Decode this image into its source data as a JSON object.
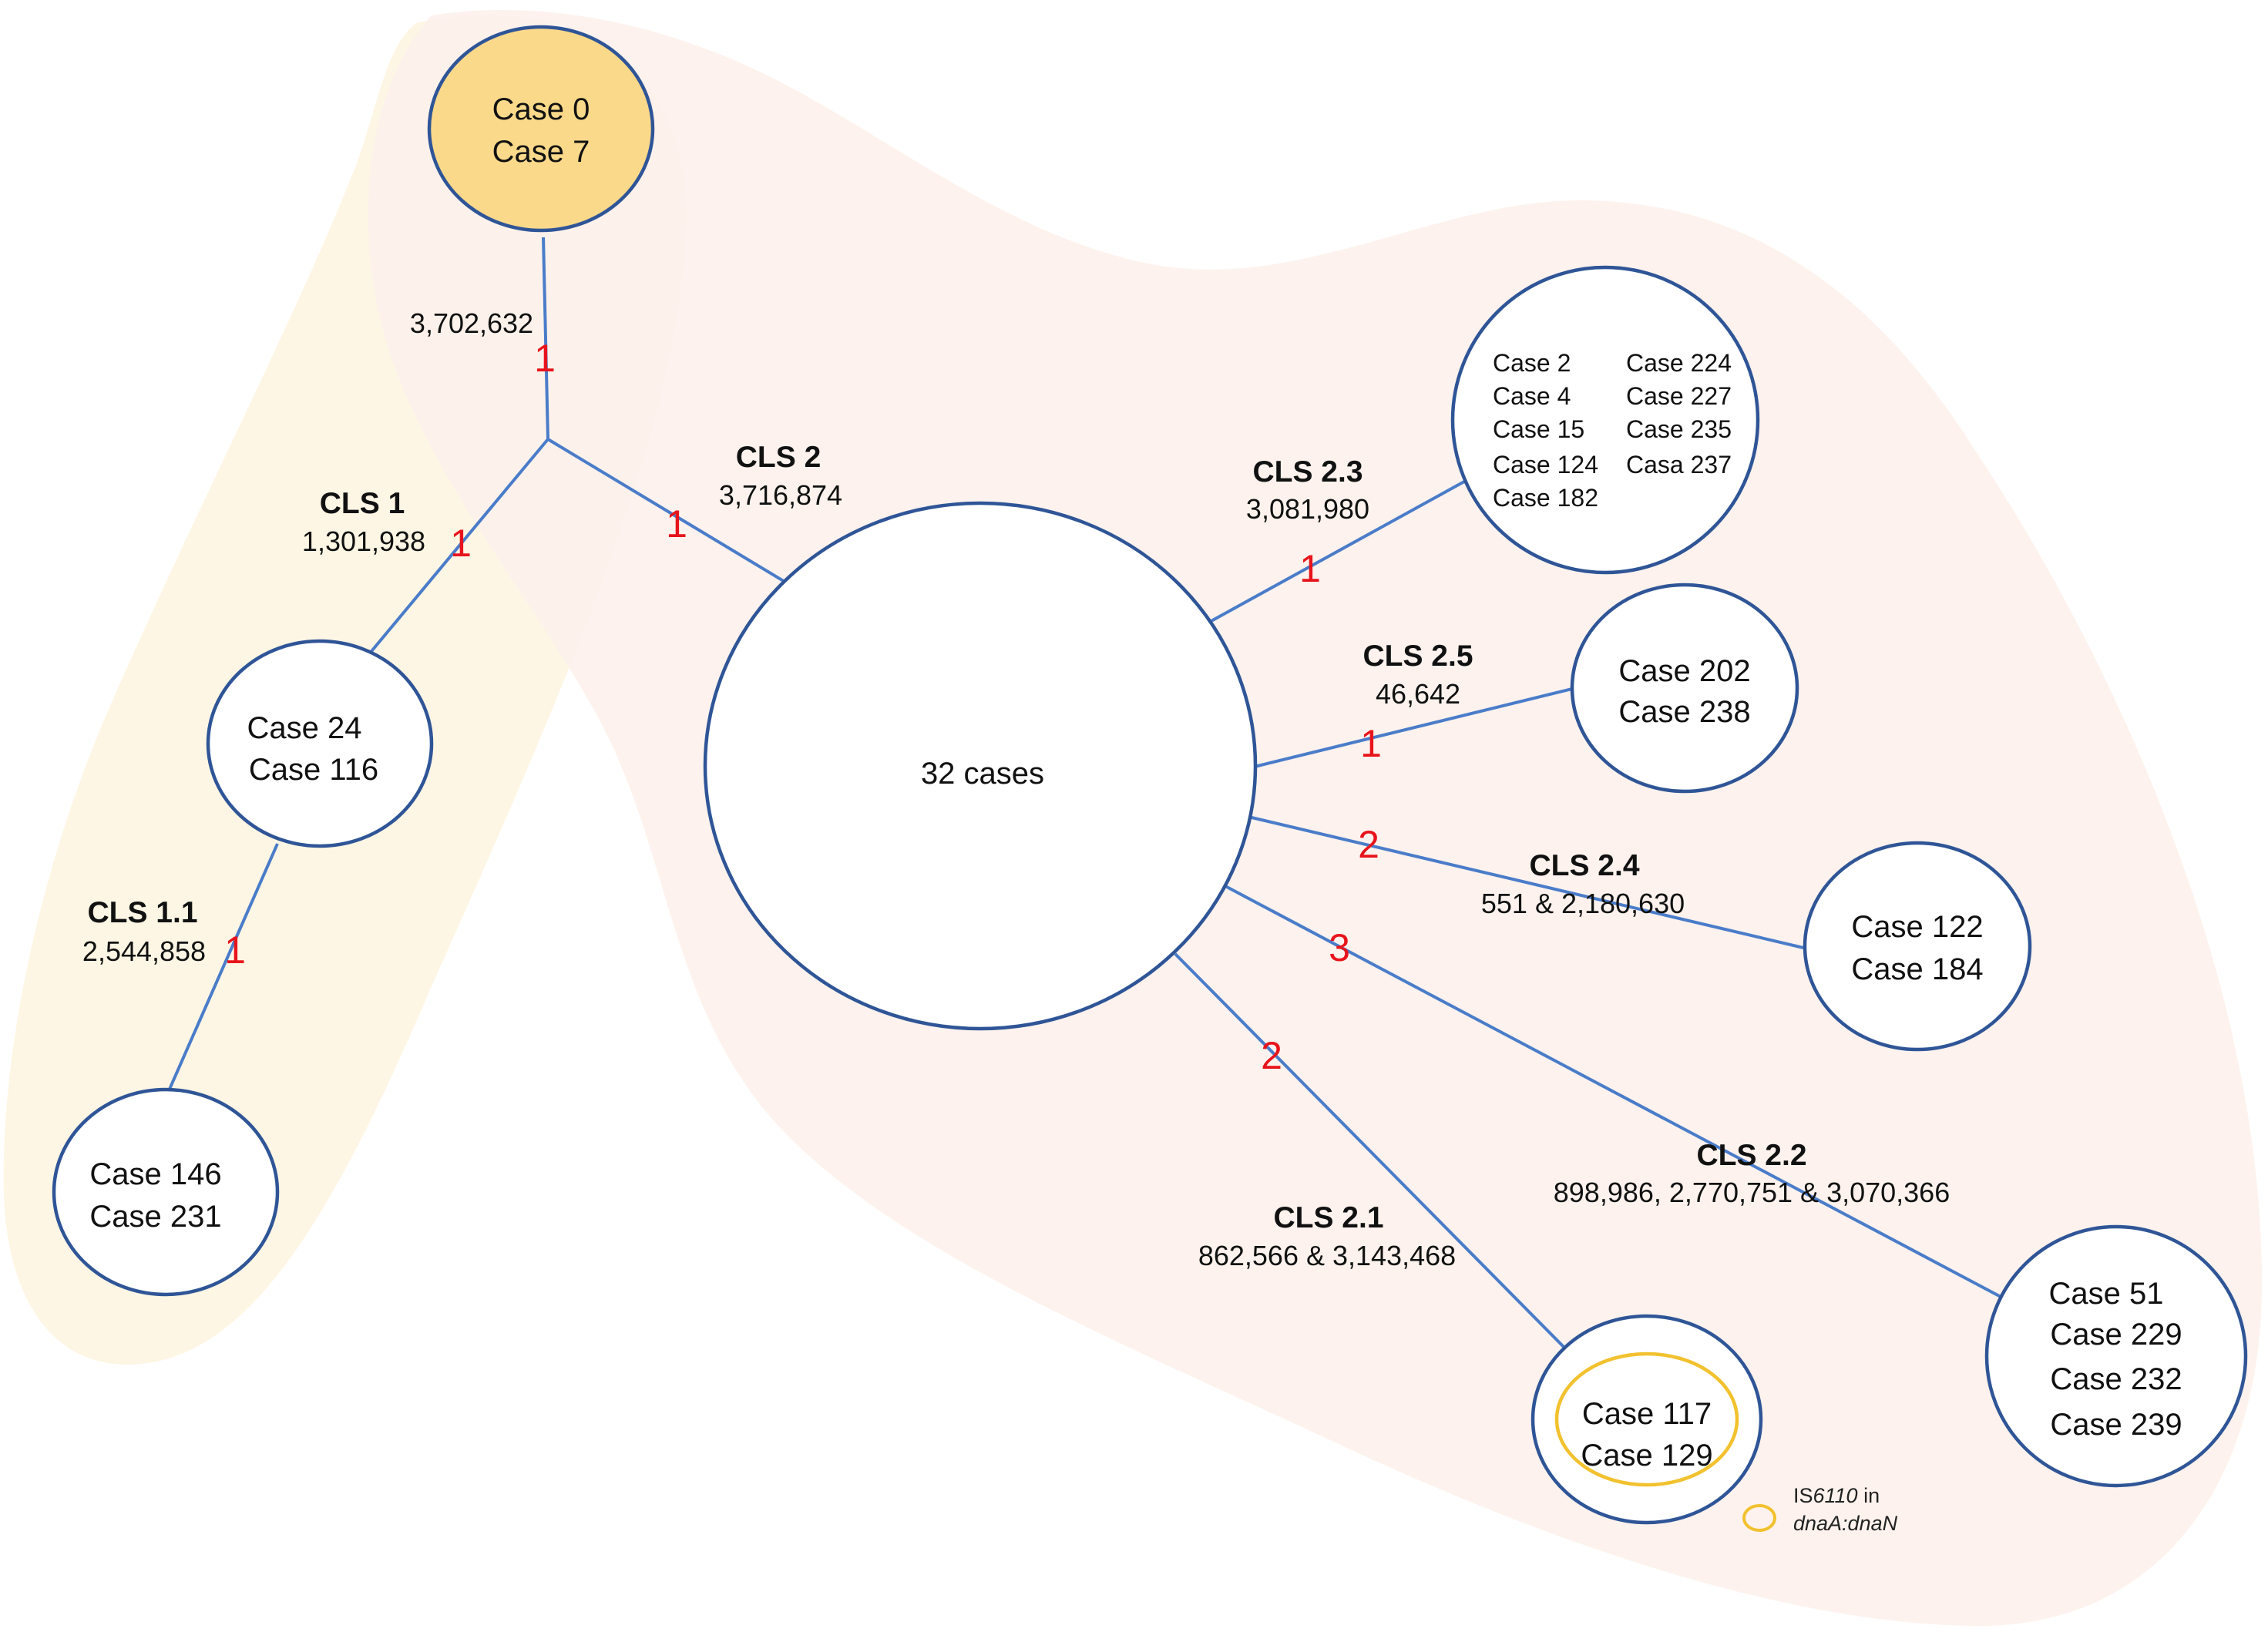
{
  "colors": {
    "node_stroke": "#2f5597",
    "edge": "#4a7cc9",
    "root_fill": "#fbd98a",
    "snp_count": "#e8141b",
    "region_cls1": "#fef6e4",
    "region_cls2": "#fdf1ec",
    "is6110_ring": "#f2c12e"
  },
  "nodes": {
    "root": {
      "lines": [
        "Case 0",
        "Case 7"
      ]
    },
    "cls1": {
      "lines": [
        "Case 24",
        "Case 116"
      ]
    },
    "cls11": {
      "lines": [
        "Case 146",
        "Case 231"
      ]
    },
    "cls2": {
      "lines": [
        "32 cases"
      ]
    },
    "cls23": {
      "col1": [
        "Case 2",
        "Case 4",
        "Case 15",
        "Case 124",
        "Case 182"
      ],
      "col2": [
        "Case 224",
        "Case 227",
        "Case 235",
        "Casa 237"
      ]
    },
    "cls25": {
      "lines": [
        "Case 202",
        "Case 238"
      ]
    },
    "cls24": {
      "lines": [
        "Case 122",
        "Case 184"
      ]
    },
    "cls21": {
      "lines": [
        "Case 117",
        "Case 129"
      ]
    },
    "cls22": {
      "lines": [
        "Case 51",
        "Case 229",
        "Case 232",
        "Case 239"
      ]
    }
  },
  "edges": {
    "root_branch": {
      "position": "3,702,632",
      "snps": "1"
    },
    "cls1": {
      "label": "CLS 1",
      "position": "1,301,938",
      "snps": "1"
    },
    "cls2": {
      "label": "CLS 2",
      "position": "3,716,874",
      "snps": "1"
    },
    "cls11": {
      "label": "CLS 1.1",
      "position": "2,544,858",
      "snps": "1"
    },
    "cls23": {
      "label": "CLS 2.3",
      "position": "3,081,980",
      "snps": "1"
    },
    "cls25": {
      "label": "CLS 2.5",
      "position": "46,642",
      "snps": "1"
    },
    "cls24": {
      "label": "CLS 2.4",
      "position": "551 & 2,180,630",
      "snps": "2"
    },
    "cls22": {
      "label": "CLS 2.2",
      "position": "898,986, 2,770,751 & 3,070,366",
      "snps": "3"
    },
    "cls21": {
      "label": "CLS 2.1",
      "position": "862,566 & 3,143,468",
      "snps": "2"
    }
  },
  "legend": {
    "text_prefix": "IS",
    "text_italic_number": "6110",
    "text_mid": " in",
    "text_gene": "dnaA:dnaN"
  }
}
